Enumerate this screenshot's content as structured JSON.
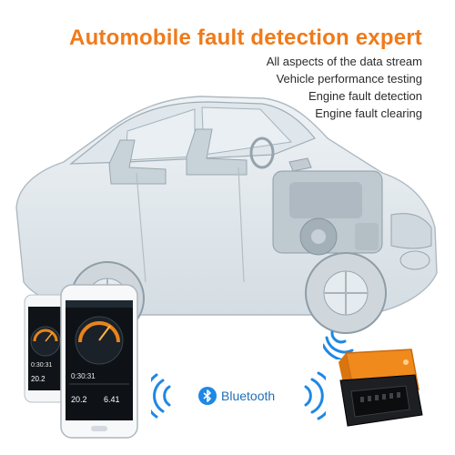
{
  "headline": "Automobile fault detection expert",
  "features": [
    "All aspects of the data stream",
    "Vehicle performance testing",
    "Engine fault detection",
    "Engine fault clearing"
  ],
  "bluetooth_label": "Bluetooth",
  "phone_screen": {
    "time_front": "0:30:31",
    "value_front_a": "20.2",
    "value_front_b": "6.41",
    "time_back": "0:30:31",
    "value_back": "20.2"
  },
  "colors": {
    "accent": "#f07a1a",
    "bluetooth_blue": "#1e88e5",
    "scanner_orange": "#f08a1c"
  },
  "icons": [
    "car-cutaway-illustration",
    "smartphone-icon",
    "obd-scanner-icon",
    "bluetooth-icon",
    "signal-waves-icon"
  ]
}
